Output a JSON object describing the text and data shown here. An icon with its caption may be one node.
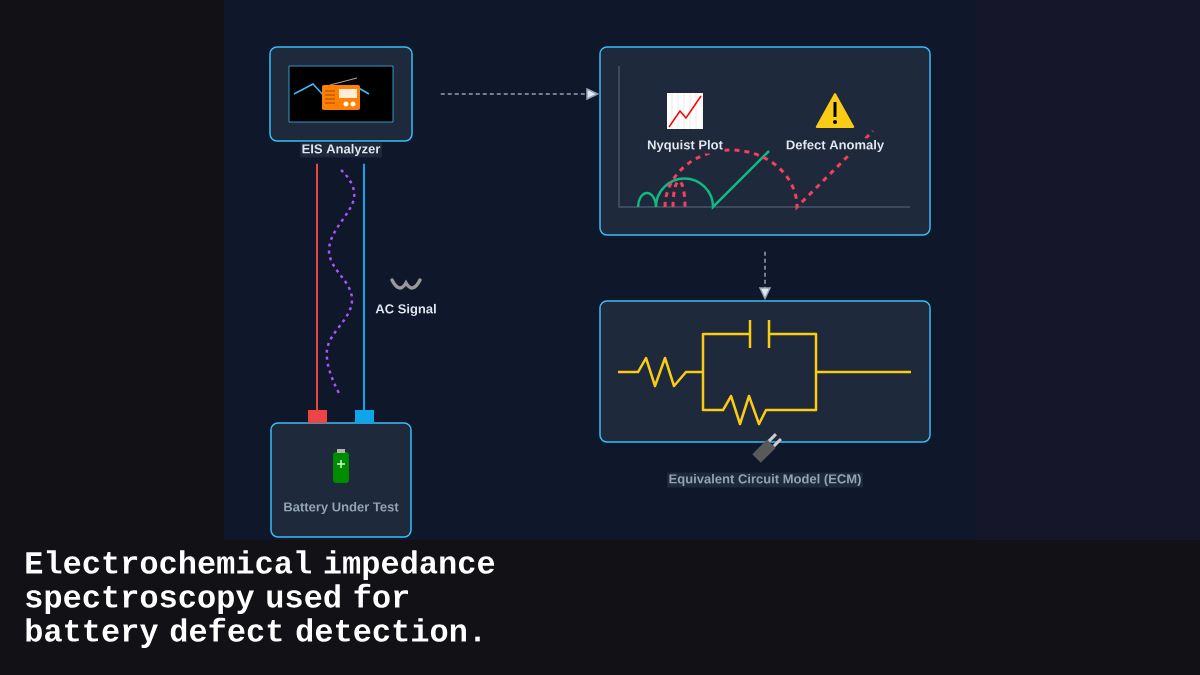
{
  "diagram": {
    "title": "Electrochemical impedance spectroscopy used for battery defect detection.",
    "nodes": [
      {
        "text": [
          "EIS Analyzer"
        ]
      },
      {
        "text": [
          "Battery Under Test"
        ]
      },
      {
        "text": [
          "Nyquist Plot",
          "Defect Anomaly"
        ]
      },
      {
        "text": [
          "Equivalent Circuit Model (ECM)"
        ]
      }
    ],
    "edges": [
      {
        "from": 0,
        "to": 1,
        "arrow": "none",
        "color": "#ef4444"
      },
      {
        "from": 0,
        "to": 1,
        "arrow": "none",
        "color": "#0ea5e9"
      },
      {
        "from": 0,
        "to": 2,
        "arrow": "to",
        "style": "dashed"
      },
      {
        "from": 2,
        "to": 3,
        "arrow": "to",
        "style": "dashed"
      }
    ],
    "labels": [
      "AC Signal"
    ]
  }
}
